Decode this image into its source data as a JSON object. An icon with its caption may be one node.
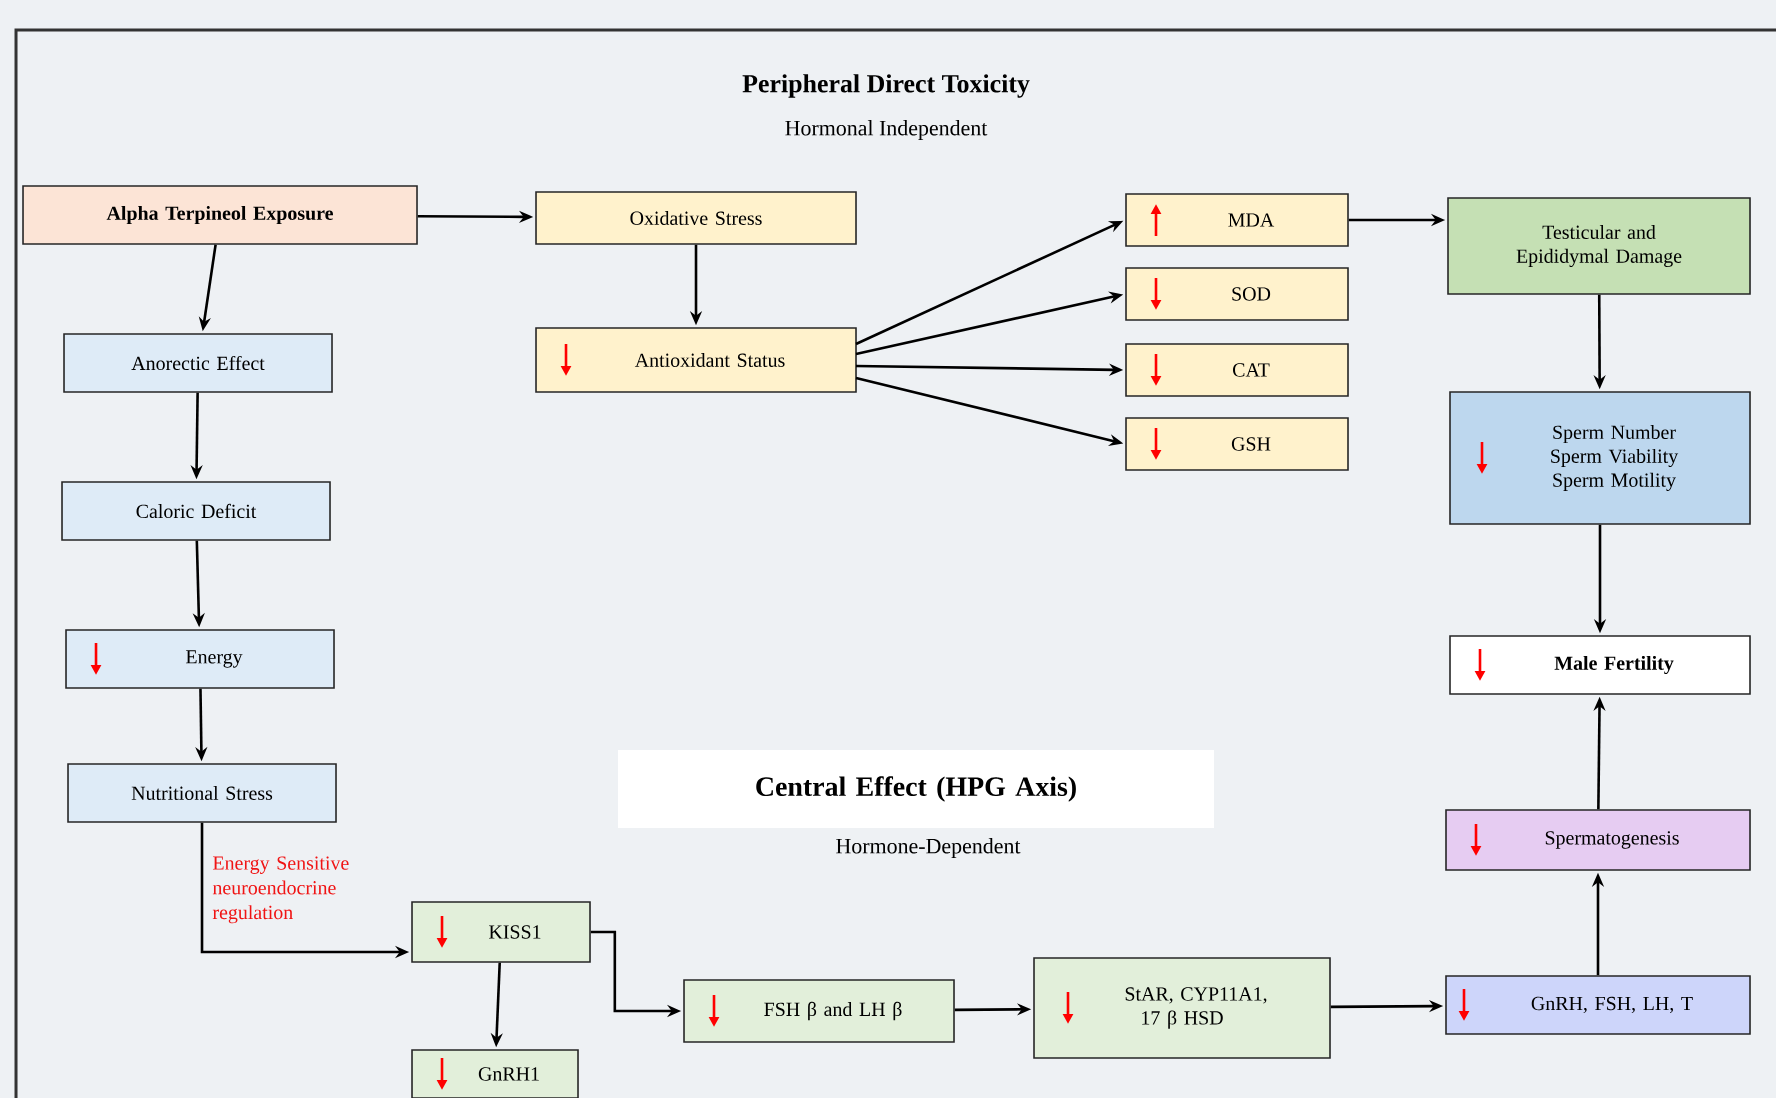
{
  "diagram": {
    "title": "Peripheral Direct Toxicity",
    "nodes": [
      {
        "text": [
          "Alpha Terpineol Exposure"
        ]
      },
      {
        "text": [
          "Oxidative Stress"
        ]
      },
      {
        "text": [
          "Antioxidant Status"
        ]
      },
      {
        "text": [
          "MDA"
        ]
      },
      {
        "text": [
          "SOD"
        ]
      },
      {
        "text": [
          "CAT"
        ]
      },
      {
        "text": [
          "GSH"
        ]
      },
      {
        "text": [
          "Testicular and Epididymal Damage"
        ]
      },
      {
        "text": [
          "Sperm Number",
          "Sperm Viability",
          "Sperm Motility"
        ]
      },
      {
        "text": [
          "Anorectic Effect"
        ]
      },
      {
        "text": [
          "Caloric Deficit"
        ]
      },
      {
        "text": [
          "Energy"
        ]
      },
      {
        "text": [
          "Nutritional Stress"
        ]
      },
      {
        "text": [
          "KISS1"
        ]
      },
      {
        "text": [
          "GnRH1"
        ]
      },
      {
        "text": [
          "FSH β and LH β"
        ]
      },
      {
        "text": [
          "StAR, CYP11A1, 17 β HSD"
        ]
      },
      {
        "text": [
          "GnRH, FSH, LH, T"
        ]
      },
      {
        "text": [
          "Spermatogenesis"
        ]
      },
      {
        "text": [
          "Male Fertility"
        ]
      },
      {
        "text": [
          "Central Effect (HPG Axis)"
        ],
        "beside": [
          "Hormone-Dependent"
        ]
      }
    ],
    "edges": [
      {
        "from": 0,
        "to": 1,
        "arrow": "to"
      },
      {
        "from": 0,
        "to": 9,
        "arrow": "to"
      },
      {
        "from": 1,
        "to": 2,
        "arrow": "to"
      },
      {
        "from": 2,
        "to": 3,
        "arrow": "to"
      },
      {
        "from": 2,
        "to": 4,
        "arrow": "to"
      },
      {
        "from": 2,
        "to": 5,
        "arrow": "to"
      },
      {
        "from": 2,
        "to": 6,
        "arrow": "to"
      },
      {
        "from": 3,
        "to": 7,
        "arrow": "to"
      },
      {
        "from": 7,
        "to": 8,
        "arrow": "to"
      },
      {
        "from": 8,
        "to": 19,
        "arrow": "to"
      },
      {
        "from": 9,
        "to": 10,
        "arrow": "to"
      },
      {
        "from": 10,
        "to": 11,
        "arrow": "to"
      },
      {
        "from": 11,
        "to": 12,
        "arrow": "to"
      },
      {
        "from": 12,
        "to": 13,
        "arrow": "to",
        "label": "Energy Sensitive neuroendocrine regulation"
      },
      {
        "from": 13,
        "to": 14,
        "arrow": "to"
      },
      {
        "from": 13,
        "to": 15,
        "arrow": "to"
      },
      {
        "from": 15,
        "to": 16,
        "arrow": "to"
      },
      {
        "from": 16,
        "to": 17,
        "arrow": "to"
      },
      {
        "from": 17,
        "to": 18,
        "arrow": "to"
      },
      {
        "from": 18,
        "to": 19,
        "arrow": "to"
      }
    ],
    "labels": [
      "Hormonal Independent"
    ]
  }
}
